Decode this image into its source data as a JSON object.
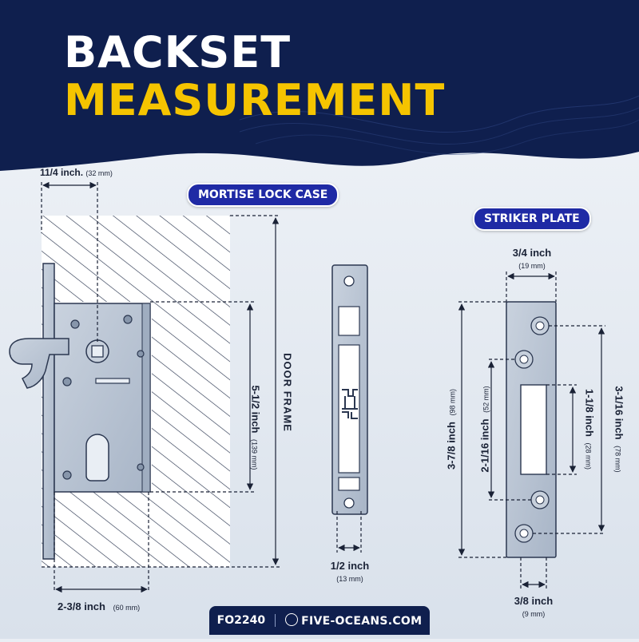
{
  "title": {
    "line1": "BACKSET",
    "line2": "MEASUREMENT"
  },
  "sections": {
    "mortise": "MORTISE LOCK CASE",
    "striker": "STRIKER PLATE"
  },
  "door_frame_label": "DOOR FRAME",
  "dims": {
    "backset": {
      "main": "11/4 inch.",
      "sub": "(32 mm)"
    },
    "case_width": {
      "main": "2-3/8 inch",
      "sub": "(60 mm)"
    },
    "case_height": {
      "main": "5-1/2 inch",
      "sub": "(139 mm)"
    },
    "faceplate_width": {
      "main": "1/2 inch",
      "sub": "(13 mm)"
    },
    "plate_width": {
      "main": "3/4 inch",
      "sub": "(19 mm)"
    },
    "plate_height": {
      "main": "3-7/8 inch",
      "sub": "(98 mm)"
    },
    "hole_outer": {
      "main": "3-1/16 inch",
      "sub": "(78 mm)"
    },
    "hole_inner": {
      "main": "2-1/16 inch",
      "sub": "(52 mm)"
    },
    "slot_height": {
      "main": "1-1/8 inch",
      "sub": "(28 mm)"
    },
    "slot_width": {
      "main": "3/8 inch",
      "sub": "(9 mm)"
    }
  },
  "footer": {
    "code": "FO2240",
    "site": "FIVE-OCEANS.COM"
  },
  "colors": {
    "navy": "#0f1f4e",
    "accent": "#f5c400",
    "pill": "#1f2aa5",
    "steel": "#b9c4d3"
  }
}
